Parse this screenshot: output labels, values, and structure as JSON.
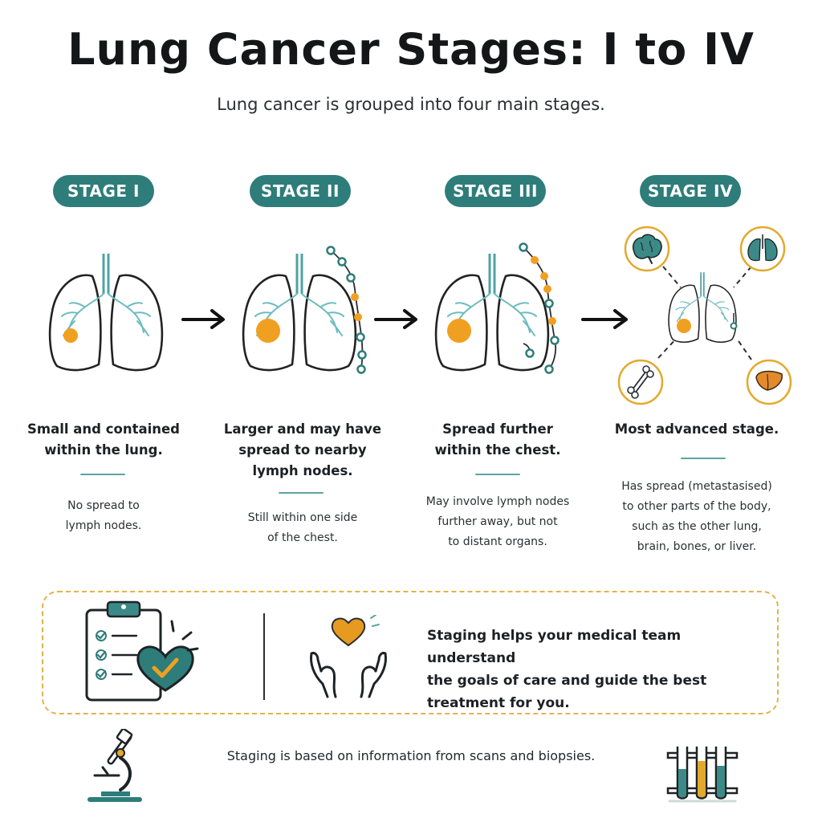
{
  "title": "Lung Cancer Stages: I to IV",
  "subtitle": "Lung cancer is grouped into four main stages.",
  "colors": {
    "teal": "#2e7d7a",
    "orange": "#f0a020",
    "gold_dash": "#e3b34a",
    "ink": "#1d2124"
  },
  "stages": [
    {
      "label": "STAGE I",
      "heading_lines": [
        "Small and contained",
        "within the lung."
      ],
      "detail_lines": [
        "No spread to",
        "lymph nodes."
      ]
    },
    {
      "label": "STAGE II",
      "heading_lines": [
        "Larger and may have",
        "spread to nearby",
        "lymph nodes."
      ],
      "detail_lines": [
        "Still within one side",
        "of the chest."
      ]
    },
    {
      "label": "STAGE III",
      "heading_lines": [
        "Spread further",
        "within the chest."
      ],
      "detail_lines": [
        "May involve lymph nodes",
        "further away, but not",
        "to distant organs."
      ]
    },
    {
      "label": "STAGE IV",
      "heading_lines": [
        "Most advanced stage."
      ],
      "detail_lines": [
        "Has spread (metastasised)",
        "to other parts of the body,",
        "such as the other lung,",
        "brain, bones, or liver."
      ]
    }
  ],
  "icons": [
    "lungs-icon",
    "lymph-node-chain-icon",
    "arrow-right-icon",
    "brain-icon",
    "bone-icon",
    "liver-icon",
    "clipboard-checklist-icon",
    "heart-check-icon",
    "caring-hands-heart-icon",
    "microscope-icon",
    "test-tubes-icon"
  ],
  "info": {
    "lines": [
      "Staging helps your medical team understand",
      "the goals of care and guide the best",
      "treatment for you."
    ]
  },
  "footer": "Staging is based on information from scans and biopsies."
}
